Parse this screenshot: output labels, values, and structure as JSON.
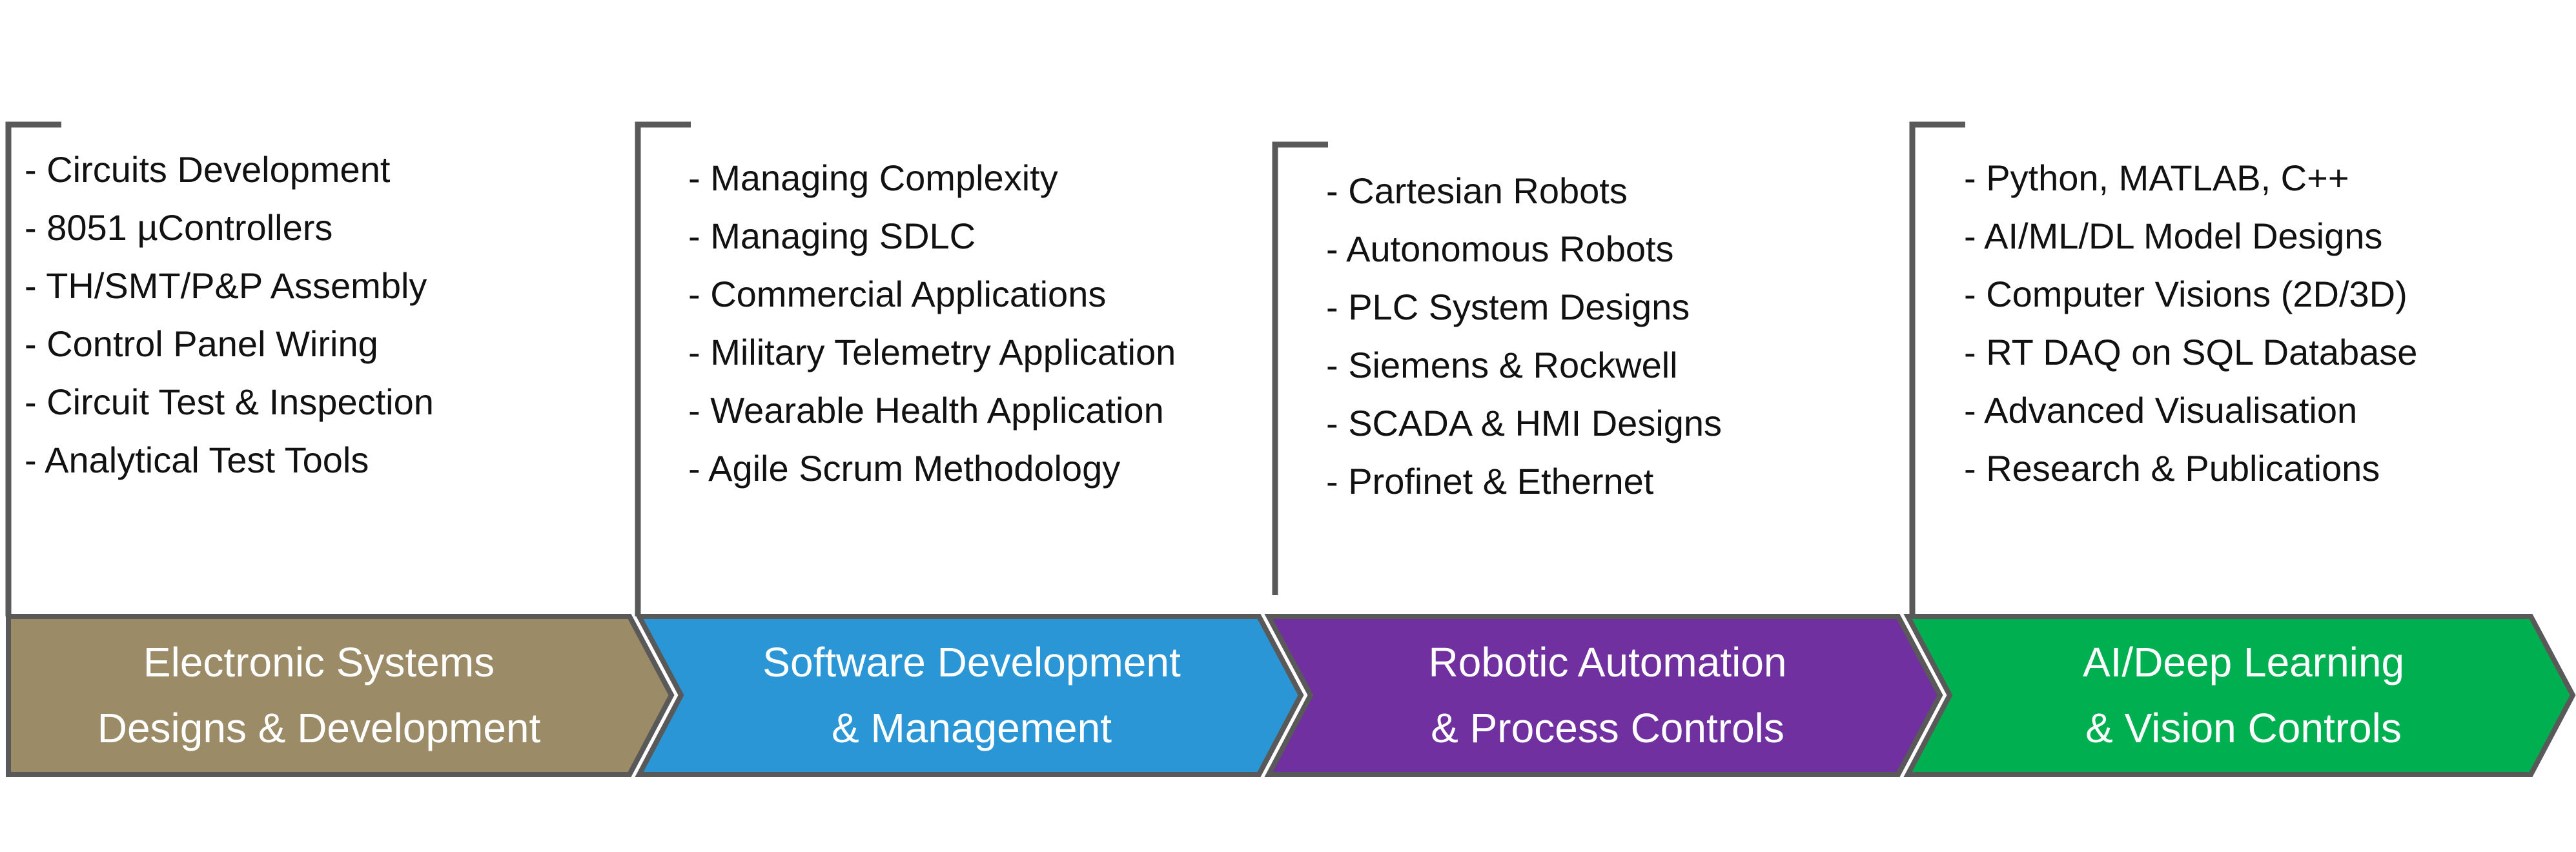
{
  "stages": [
    {
      "title_line1": "Electronic Systems",
      "title_line2": "Designs & Development",
      "color": "#9B8B66",
      "items": [
        "- Circuits Development",
        "- 8051 µControllers",
        "- TH/SMT/P&P Assembly",
        "- Control Panel Wiring",
        "- Circuit Test & Inspection",
        "- Analytical Test Tools"
      ]
    },
    {
      "title_line1": "Software Development",
      "title_line2": "& Management",
      "color": "#2A96D6",
      "items": [
        "- Managing Complexity",
        "- Managing SDLC",
        "- Commercial Applications",
        "- Military Telemetry Application",
        "- Wearable Health Application",
        "- Agile Scrum Methodology"
      ]
    },
    {
      "title_line1": "Robotic Automation",
      "title_line2": "& Process Controls",
      "color": "#7030A0",
      "items": [
        "- Cartesian Robots",
        "- Autonomous Robots",
        "- PLC System Designs",
        "- Siemens & Rockwell",
        "- SCADA & HMI Designs",
        "- Profinet & Ethernet"
      ]
    },
    {
      "title_line1": "AI/Deep Learning",
      "title_line2": "& Vision Controls",
      "color": "#00B050",
      "items": [
        "- Python, MATLAB, C++",
        "- AI/ML/DL Model Designs",
        "- Computer Visions (2D/3D)",
        "- RT DAQ on SQL Database",
        "- Advanced Visualisation",
        "- Research & Publications"
      ]
    }
  ],
  "border_color": "#595959"
}
